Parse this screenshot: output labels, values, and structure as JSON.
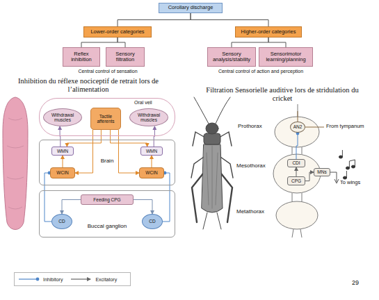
{
  "diagram": {
    "nodes": [
      {
        "text": [
          "Corollary discharge"
        ]
      },
      {
        "text": [
          "Lower-order categories"
        ]
      },
      {
        "text": [
          "Higher-order categories"
        ]
      },
      {
        "text": [
          "Reflex inhibition"
        ]
      },
      {
        "text": [
          "Sensory filtration"
        ]
      },
      {
        "text": [
          "Sensory analysis/stability"
        ]
      },
      {
        "text": [
          "Sensorimotor learning/planning"
        ]
      },
      {
        "text": [
          "Oral veil"
        ]
      },
      {
        "text": [
          "Withdrawal muscles"
        ],
        "in": 7
      },
      {
        "text": [
          "Tactile afferents"
        ],
        "in": 7
      },
      {
        "text": [
          "Withdrawal muscles"
        ],
        "in": 7
      },
      {
        "text": [
          "Brain"
        ]
      },
      {
        "text": [
          "WMN"
        ],
        "in": 11
      },
      {
        "text": [
          "WMN"
        ],
        "in": 11
      },
      {
        "text": [
          "WCIN"
        ],
        "in": 11
      },
      {
        "text": [
          "WCIN"
        ],
        "in": 11
      },
      {
        "text": [
          "Buccal ganglion"
        ]
      },
      {
        "text": [
          "Feeding CPG"
        ],
        "in": 16
      },
      {
        "text": [
          "CD"
        ],
        "in": 16
      },
      {
        "text": [
          "CD"
        ],
        "in": 16
      },
      {
        "text": [
          "AN2"
        ]
      },
      {
        "text": [
          "CDI"
        ]
      },
      {
        "text": [
          "MNs"
        ]
      },
      {
        "text": [
          "CPG"
        ]
      }
    ],
    "edges": [
      {
        "from": 0,
        "to": 1,
        "arrow": "none"
      },
      {
        "from": 0,
        "to": 2,
        "arrow": "none"
      },
      {
        "from": 1,
        "to": 3,
        "arrow": "none"
      },
      {
        "from": 1,
        "to": 4,
        "arrow": "none"
      },
      {
        "from": 2,
        "to": 5,
        "arrow": "none"
      },
      {
        "from": 2,
        "to": 6,
        "arrow": "none"
      },
      {
        "from": 12,
        "to": 8,
        "arrow": "to"
      },
      {
        "from": 13,
        "to": 10,
        "arrow": "to"
      },
      {
        "from": 9,
        "to": 12,
        "arrow": "to"
      },
      {
        "from": 9,
        "to": 13,
        "arrow": "to"
      },
      {
        "from": 9,
        "to": 14,
        "arrow": "to"
      },
      {
        "from": 9,
        "to": 15,
        "arrow": "to"
      },
      {
        "from": 14,
        "to": 12,
        "arrow": "to"
      },
      {
        "from": 15,
        "to": 13,
        "arrow": "to"
      },
      {
        "from": 17,
        "to": 18,
        "arrow": "to"
      },
      {
        "from": 17,
        "to": 19,
        "arrow": "to"
      },
      {
        "from": 18,
        "to": 14,
        "arrow": "to"
      },
      {
        "from": 19,
        "to": 15,
        "arrow": "to"
      },
      {
        "from": 23,
        "to": 21,
        "arrow": "to"
      },
      {
        "from": 23,
        "to": 22,
        "arrow": "to"
      },
      {
        "from": 21,
        "to": 20,
        "arrow": "to"
      }
    ],
    "labels": [
      "Central control of sensation",
      "Central control of action and perception",
      "Inhibition du réflexe nociceptif de retrait lors de l’alimentation",
      "Filtration Sensorielle auditive lors de stridulation du cricket",
      "Prothorax",
      "Mesothorax",
      "Metathorax",
      "From tympanum",
      "To wings",
      "29"
    ],
    "legend": [
      {
        "text": "Inhibitory"
      },
      {
        "text": "Excitatory"
      }
    ]
  }
}
